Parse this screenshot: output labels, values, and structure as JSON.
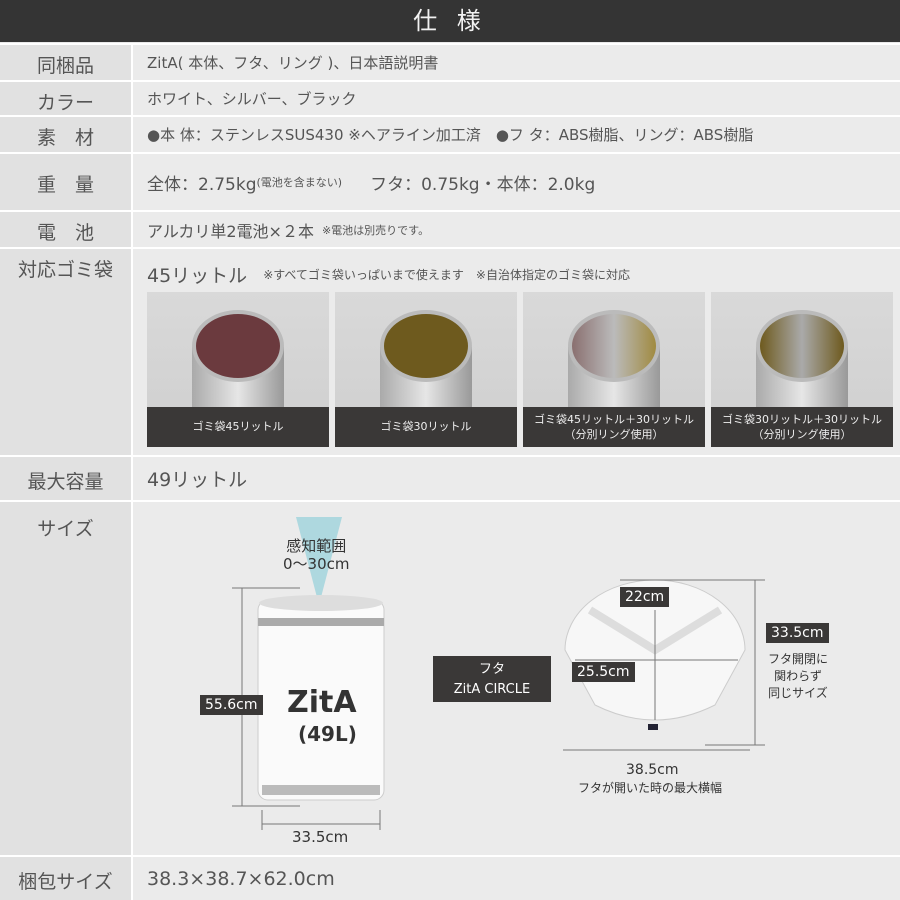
{
  "header": {
    "title": "仕 様"
  },
  "rows": {
    "contents": {
      "label": "同梱品",
      "value": "ZitA( 本体、フタ、リング )、日本語説明書"
    },
    "color": {
      "label": "カラー",
      "value": "ホワイト、シルバー、ブラック"
    },
    "material": {
      "label": "素　材",
      "value": "●本 体：ステンレスSUS430 ※ヘアライン加工済　●フ タ：ABS樹脂、リング：ABS樹脂"
    },
    "weight": {
      "label": "重　量",
      "value": "全体：2.75kg",
      "note": "(電池を含まない)",
      "value2": "フタ：0.75kg・本体：2.0kg"
    },
    "battery": {
      "label": "電　池",
      "value": "アルカリ単2電池×２本",
      "note": "※電池は別売りです。"
    },
    "bags": {
      "label": "対応ゴミ袋",
      "value": "45リットル",
      "note": "※すべてゴミ袋いっぱいまで使えます　※自治体指定のゴミ袋に対応",
      "photos": [
        {
          "caption": "ゴミ袋45リットル"
        },
        {
          "caption": "ゴミ袋30リットル"
        },
        {
          "caption": "ゴミ袋45リットル＋30リットル",
          "sub": "（分別リング使用）"
        },
        {
          "caption": "ゴミ袋30リットル＋30リットル",
          "sub": "（分別リング使用）"
        }
      ]
    },
    "capacity": {
      "label": "最大容量",
      "value": "49リットル"
    },
    "size": {
      "label": "サイズ",
      "sensor_label": "感知範囲",
      "sensor_range": "0〜30cm",
      "height": "55.6cm",
      "width": "33.5cm",
      "logo": "ZitA",
      "logo_sub": "(49L)",
      "lid_label": "フタ",
      "lid_name": "ZitA CIRCLE",
      "lid_inner": "22cm",
      "lid_opening": "25.5cm",
      "lid_depth": "33.5cm",
      "lid_note": "フタ開閉に\n関わらず\n同じサイズ",
      "lid_width": "38.5cm",
      "lid_width_note": "フタが開いた時の最大横幅"
    },
    "package": {
      "label": "梱包サイズ",
      "value": "38.3×38.7×62.0cm"
    }
  }
}
